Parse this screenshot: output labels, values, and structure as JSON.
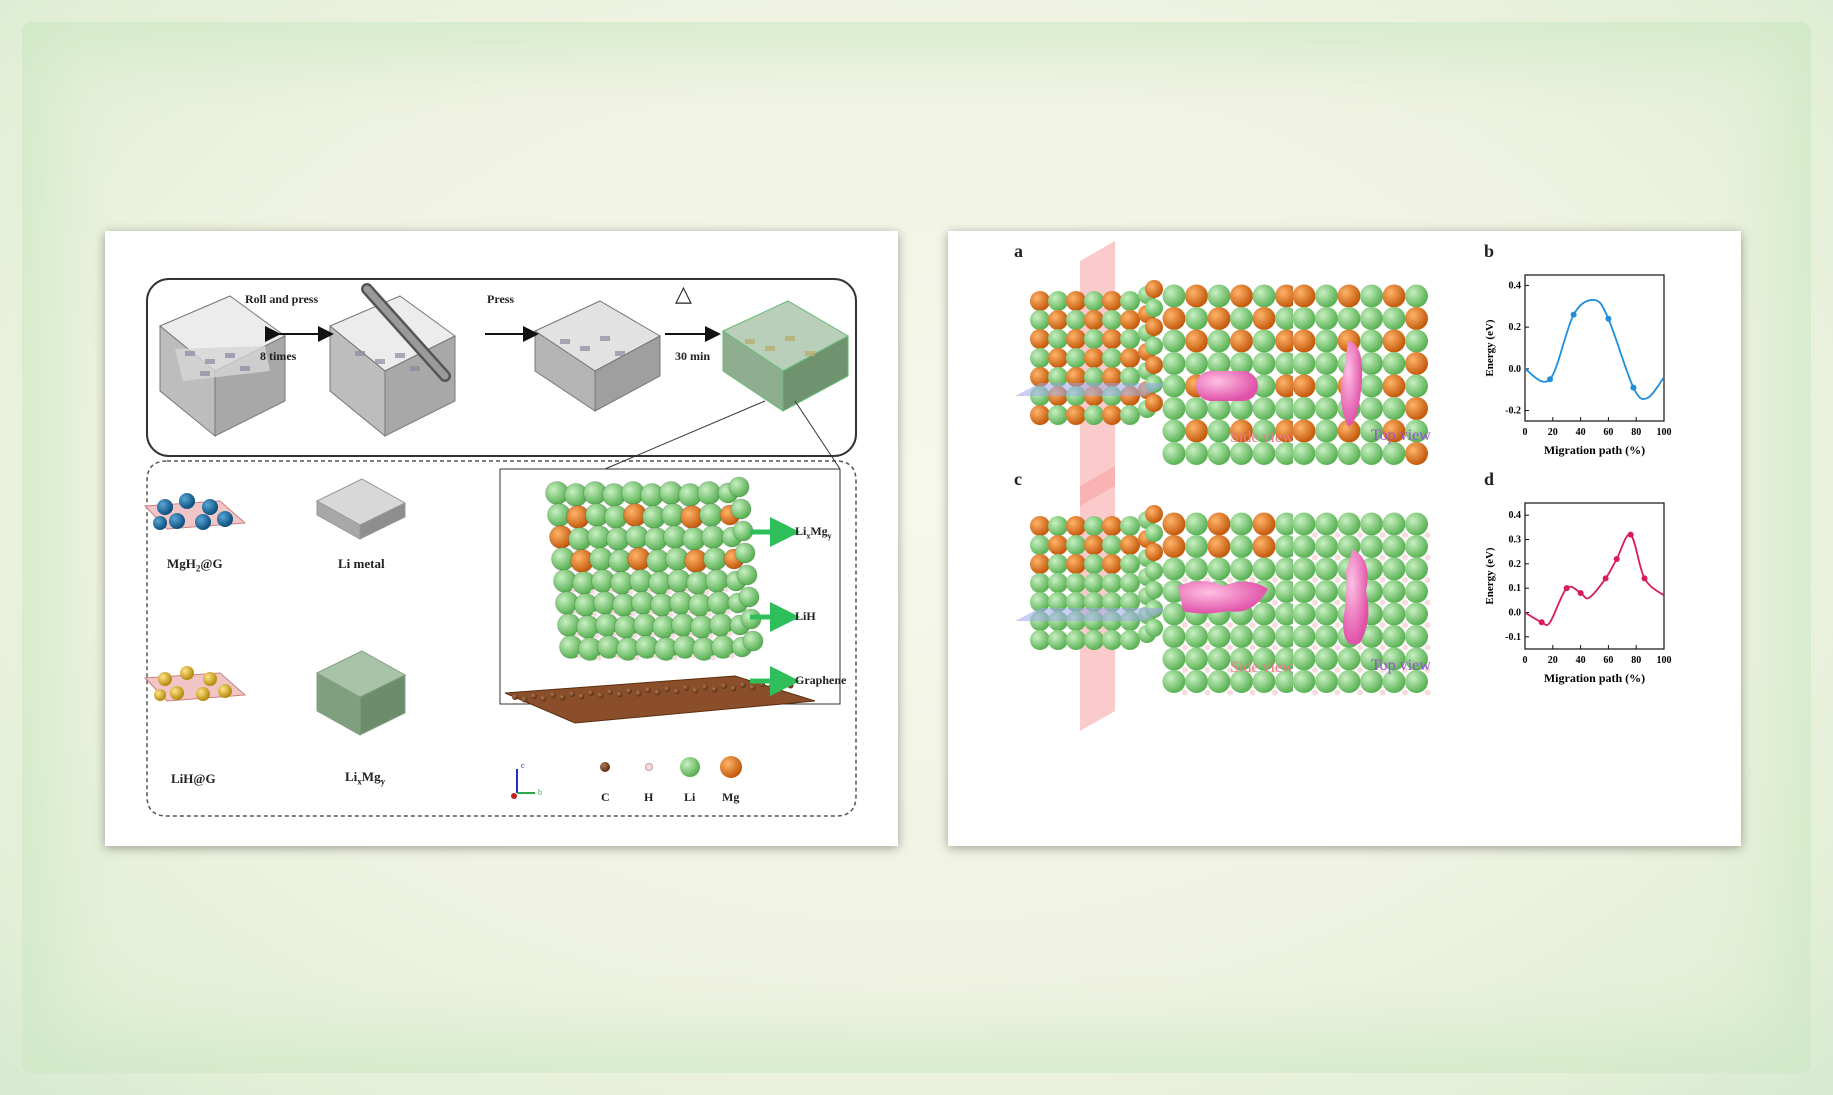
{
  "left_figure": {
    "process": {
      "step1": "Roll and press",
      "step1_count": "8 times",
      "step2": "Press",
      "step3_symbol": "△",
      "step3_time": "30 min"
    },
    "materials": {
      "mgh2g": {
        "main": "MgH",
        "sub": "2",
        "suffix": "@G"
      },
      "li_metal": "Li metal",
      "lihg": "LiH@G",
      "lixmgy": {
        "main": "Li",
        "sub1": "x",
        "mid": "Mg",
        "sub2": "y"
      }
    },
    "structure_labels": {
      "lixmgy": {
        "main": "Li",
        "sub1": "x",
        "mid": "Mg",
        "sub2": "y"
      },
      "lih": "LiH",
      "graphene": "Graphene"
    },
    "axes": {
      "c": "c",
      "b": "b"
    },
    "legend": [
      "C",
      "H",
      "Li",
      "Mg"
    ],
    "colors": {
      "C": "#6b3a1c",
      "H": "#f2d3d3",
      "Li": "#7fcf7a",
      "Mg": "#e0741e"
    }
  },
  "right_figure": {
    "panel_a": "a",
    "panel_b": "b",
    "panel_c": "c",
    "panel_d": "d",
    "side_view": "Side view",
    "top_view": "Top view",
    "side_view_c": "Side view",
    "top_view_c": "Top view"
  },
  "chart_data": [
    {
      "type": "line",
      "panel": "b",
      "xlabel": "Migration path (%)",
      "ylabel": "Energy (eV)",
      "xlim": [
        0,
        100
      ],
      "ylim": [
        -0.25,
        0.45
      ],
      "xticks": [
        0,
        20,
        40,
        60,
        80,
        100
      ],
      "yticks": [
        -0.2,
        0.0,
        0.2,
        0.4
      ],
      "ytick_labels": [
        "-0.2",
        "0.0",
        "0.2",
        "0.4"
      ],
      "color": "#1f8fdc",
      "x": [
        0,
        18,
        35,
        50,
        60,
        78,
        88,
        100
      ],
      "y": [
        0.0,
        -0.05,
        0.26,
        0.33,
        0.24,
        -0.09,
        -0.14,
        -0.04
      ],
      "points_x": [
        18,
        35,
        60,
        78
      ],
      "points_y": [
        -0.05,
        0.26,
        0.24,
        -0.09
      ]
    },
    {
      "type": "line",
      "panel": "d",
      "xlabel": "Migration path (%)",
      "ylabel": "Energy (eV)",
      "xlim": [
        0,
        100
      ],
      "ylim": [
        -0.15,
        0.45
      ],
      "xticks": [
        0,
        20,
        40,
        60,
        80,
        100
      ],
      "yticks": [
        -0.1,
        0.0,
        0.1,
        0.2,
        0.3,
        0.4
      ],
      "ytick_labels": [
        "-0.1",
        "0.0",
        "0.1",
        "0.2",
        "0.3",
        "0.4"
      ],
      "color": "#d81b60",
      "x": [
        0,
        12,
        18,
        30,
        40,
        46,
        58,
        66,
        76,
        86,
        100
      ],
      "y": [
        0.0,
        -0.04,
        -0.04,
        0.1,
        0.08,
        0.06,
        0.14,
        0.22,
        0.32,
        0.14,
        0.07
      ],
      "points_x": [
        12,
        30,
        40,
        58,
        66,
        76,
        86
      ],
      "points_y": [
        -0.04,
        0.1,
        0.08,
        0.14,
        0.22,
        0.32,
        0.14
      ]
    }
  ]
}
